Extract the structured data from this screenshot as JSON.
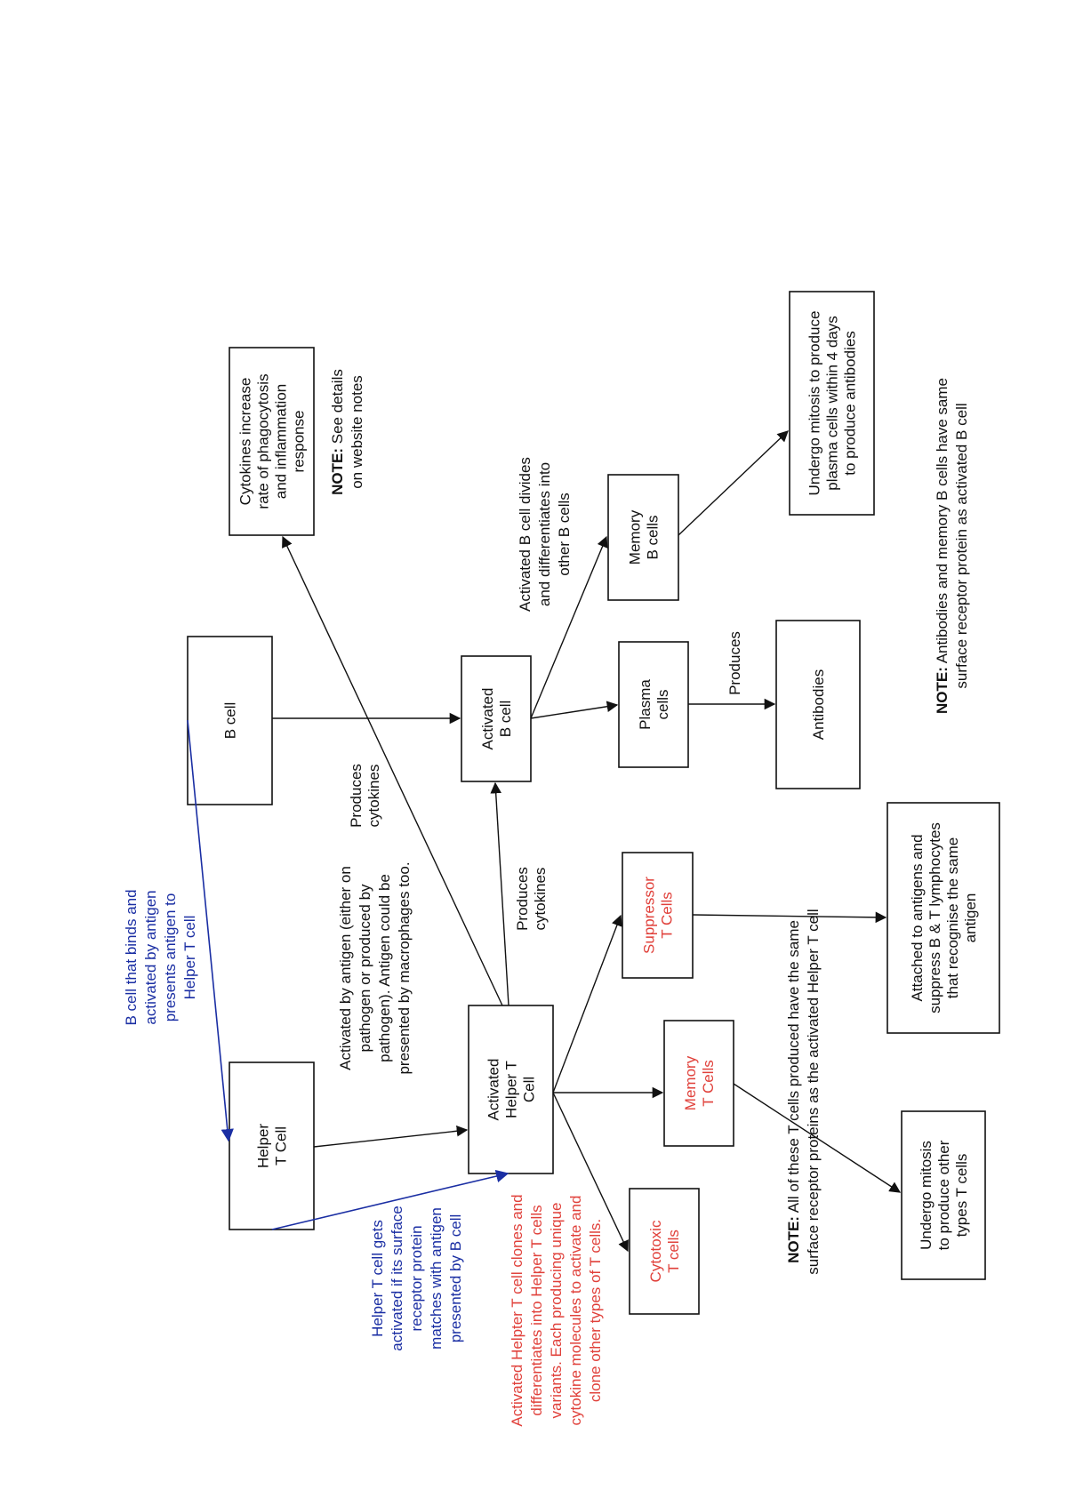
{
  "colors": {
    "ink": "#111111",
    "red": "#e0403a",
    "blue": "#1a2ea3"
  },
  "nodes": {
    "b_cell": [
      "B cell"
    ],
    "helper_t_cell": [
      "Helper",
      "T Cell"
    ],
    "activated_helper_t_cell": [
      "Activated",
      "Helper T",
      "Cell"
    ],
    "activated_b_cell": [
      "Activated",
      "B cell"
    ],
    "cytokines_box": [
      "Cytokines increase",
      "rate of phagocytosis",
      "and inflammation",
      "response"
    ],
    "plasma_cells": [
      "Plasma",
      "cells"
    ],
    "memory_b_cells": [
      "Memory",
      "B cells"
    ],
    "antibodies": [
      "Antibodies"
    ],
    "undergo_mitosis_plasma": [
      "Undergo mitosis to produce",
      "plasma cells within 4 days",
      "to produce antibodies"
    ],
    "suppressor_t_cells": [
      "Suppressor",
      "T Cells"
    ],
    "memory_t_cells": [
      "Memory",
      "T Cells"
    ],
    "cytotoxic_t_cells": [
      "Cytotoxic",
      "T cells"
    ],
    "attached_antigens": [
      "Attached to antigens and",
      "suppress B & T lymphocytes",
      "that recognise the same",
      "antigen"
    ],
    "undergo_mitosis_t": [
      "Undergo mitosis",
      "to produce other",
      "types T cells"
    ]
  },
  "labels": {
    "b_cell_binds": [
      "B cell that binds and",
      "activated by antigen",
      "presents antigen to",
      "Helper T cell"
    ],
    "helper_gets_activated": [
      "Helper T cell gets",
      "activated if its surface",
      "receptor protein",
      "matches with antigen",
      "presented by B cell"
    ],
    "activated_by_antigen": [
      "Activated by antigen (either on",
      "pathogen or produced by",
      "pathogen). Antigen could be",
      "presented by macrophages too."
    ],
    "produces_cytokines_1": [
      "Produces",
      "cytokines"
    ],
    "produces_cytokines_2": [
      "Produces",
      "cytokines"
    ],
    "note_website_prefix": "NOTE:",
    "note_website": [
      " See details",
      "on website notes"
    ],
    "b_cell_divides": [
      "Activated B cell divides",
      "and differentiates into",
      "other B cells"
    ],
    "produces": [
      "Produces"
    ],
    "helpter_clones": [
      "Activated Helpter T cell clones and",
      "differentiates into Helper T cells",
      "variants. Each producing unique",
      "cytokine molecules to activate and",
      "clone other types of T cells."
    ],
    "note_t_cells_prefix": "NOTE:",
    "note_t_cells": [
      " All of these T cells produced have the same",
      "surface receptor proteins as the activated Helper T cell"
    ],
    "note_antibodies_prefix": "NOTE:",
    "note_antibodies": [
      " Antibodies and memory B cells have same",
      "surface receptor protein as activated B cell"
    ]
  }
}
